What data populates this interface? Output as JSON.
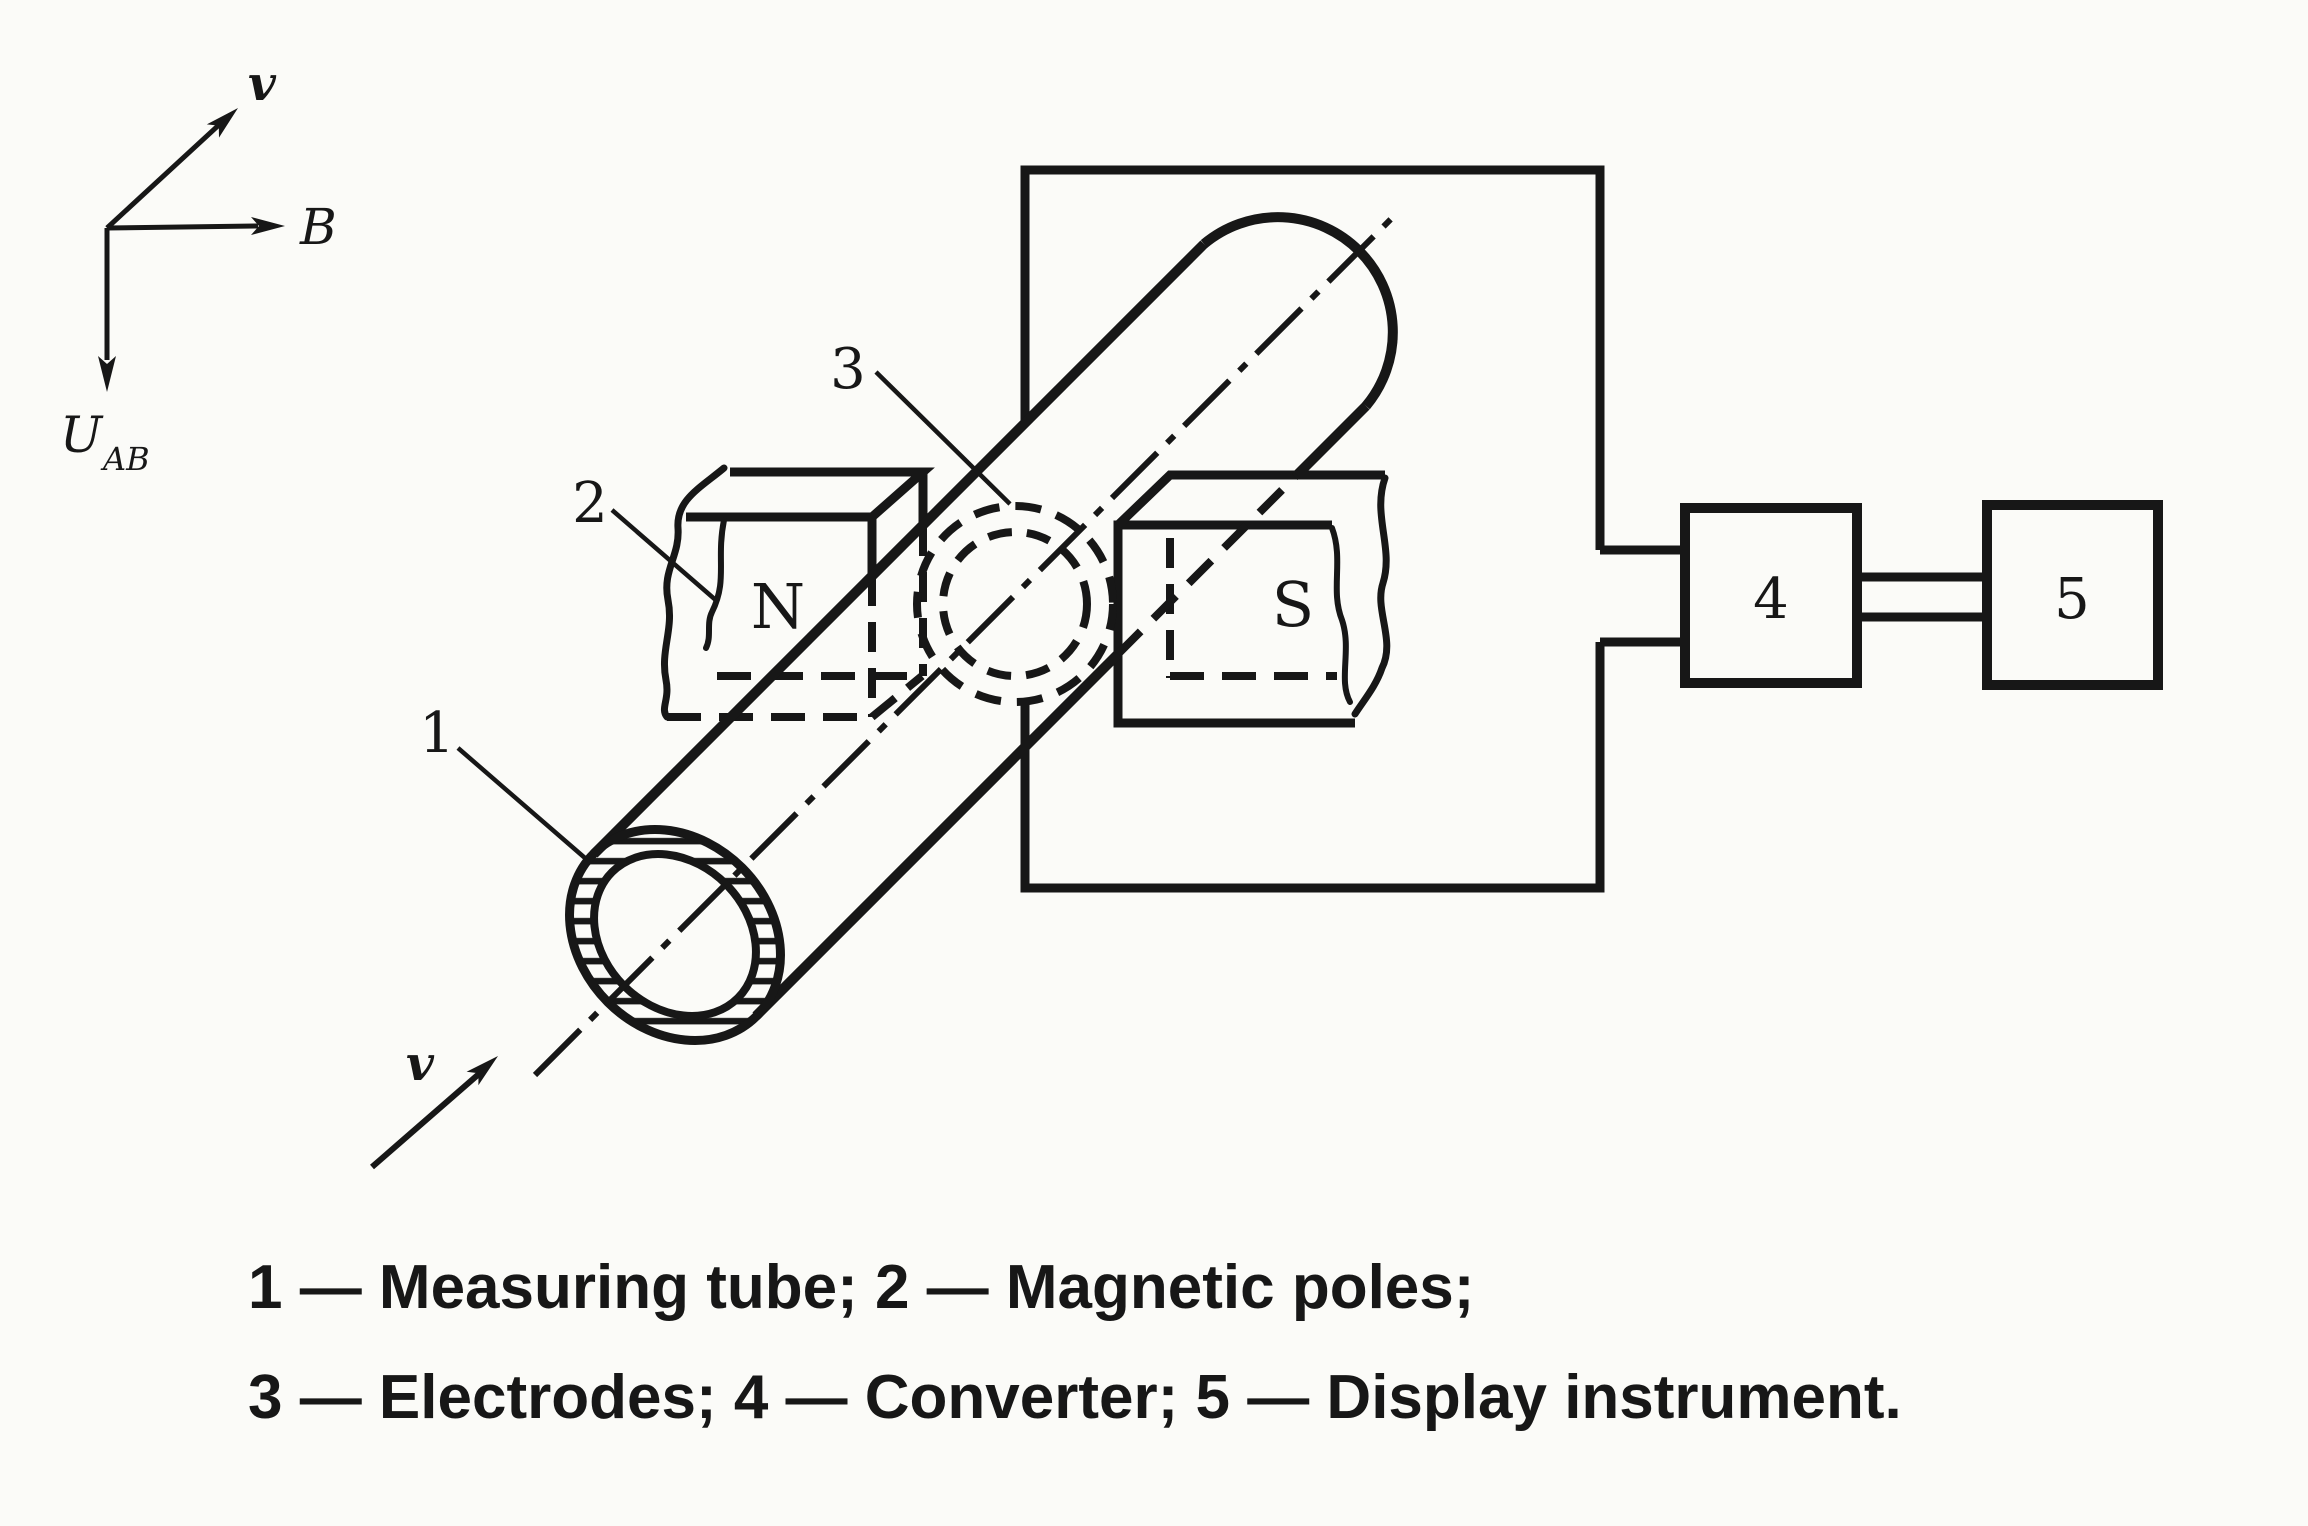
{
  "colors": {
    "background": "#fbfbf8",
    "ink": "#171717"
  },
  "axes_legend": {
    "velocity": "v",
    "magnetic_field": "B",
    "voltage_base": "U",
    "voltage_subscript": "AB"
  },
  "flow": {
    "velocity_label": "v"
  },
  "magnet": {
    "north": "N",
    "south": "S"
  },
  "callouts": {
    "tube": "1",
    "poles": "2",
    "electrodes": "3",
    "converter": "4",
    "display": "5"
  },
  "caption": {
    "line1": "1 — Measuring tube; 2 — Magnetic poles;",
    "line2": "3 — Electrodes; 4 — Converter; 5 — Display instrument."
  }
}
